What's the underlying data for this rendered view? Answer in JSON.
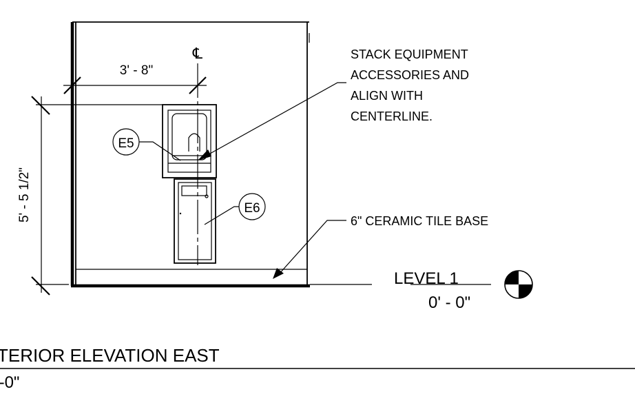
{
  "notes": {
    "stack_equipment": [
      "STACK EQUIPMENT",
      "ACCESSORIES AND",
      "ALIGN WITH",
      "CENTERLINE."
    ],
    "tile_base": "6\" CERAMIC TILE BASE"
  },
  "dimensions": {
    "horizontal": "3' - 8\"",
    "vertical": "5' - 5 1/2\""
  },
  "centerline_symbol": "℄",
  "tags": {
    "e5": "E5",
    "e6": "E6"
  },
  "level": {
    "name": "LEVEL 1",
    "elevation": "0' - 0\""
  },
  "title": {
    "name": "TERIOR ELEVATION EAST",
    "scale": "'-0\""
  },
  "colors": {
    "line": "#000000",
    "background": "#ffffff"
  }
}
